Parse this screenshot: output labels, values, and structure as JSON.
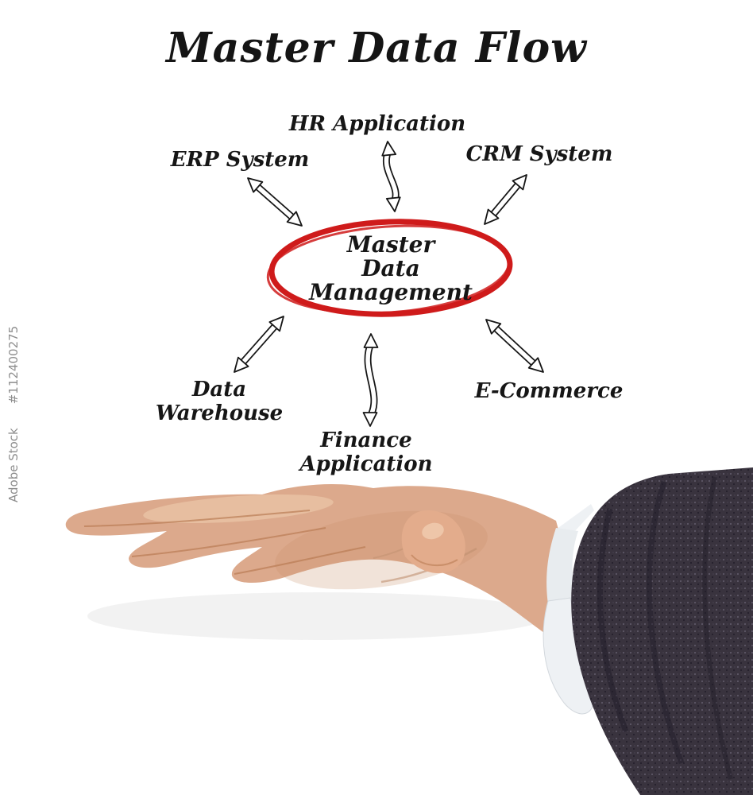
{
  "watermark": {
    "brand": "Adobe Stock",
    "image_id": "#112400275"
  },
  "title": "Master Data Flow",
  "diagram": {
    "center": {
      "line1": "Master",
      "line2": "Data",
      "line3": "Management"
    },
    "nodes": {
      "hr": {
        "label": "HR Application"
      },
      "erp": {
        "label": "ERP System"
      },
      "crm": {
        "label": "CRM System"
      },
      "dw": {
        "line1": "Data",
        "line2": "Warehouse"
      },
      "finance": {
        "line1": "Finance",
        "line2": "Application"
      },
      "ecommerce": {
        "label": "E-Commerce"
      }
    }
  },
  "colors": {
    "ellipse_red": "#cf1b1b",
    "arrow_fill": "#ffffff",
    "arrow_stroke": "#151515",
    "suit_sleeve": "#39333e",
    "shirt_cuff": "#eef1f4",
    "skin": "#dca98c"
  }
}
